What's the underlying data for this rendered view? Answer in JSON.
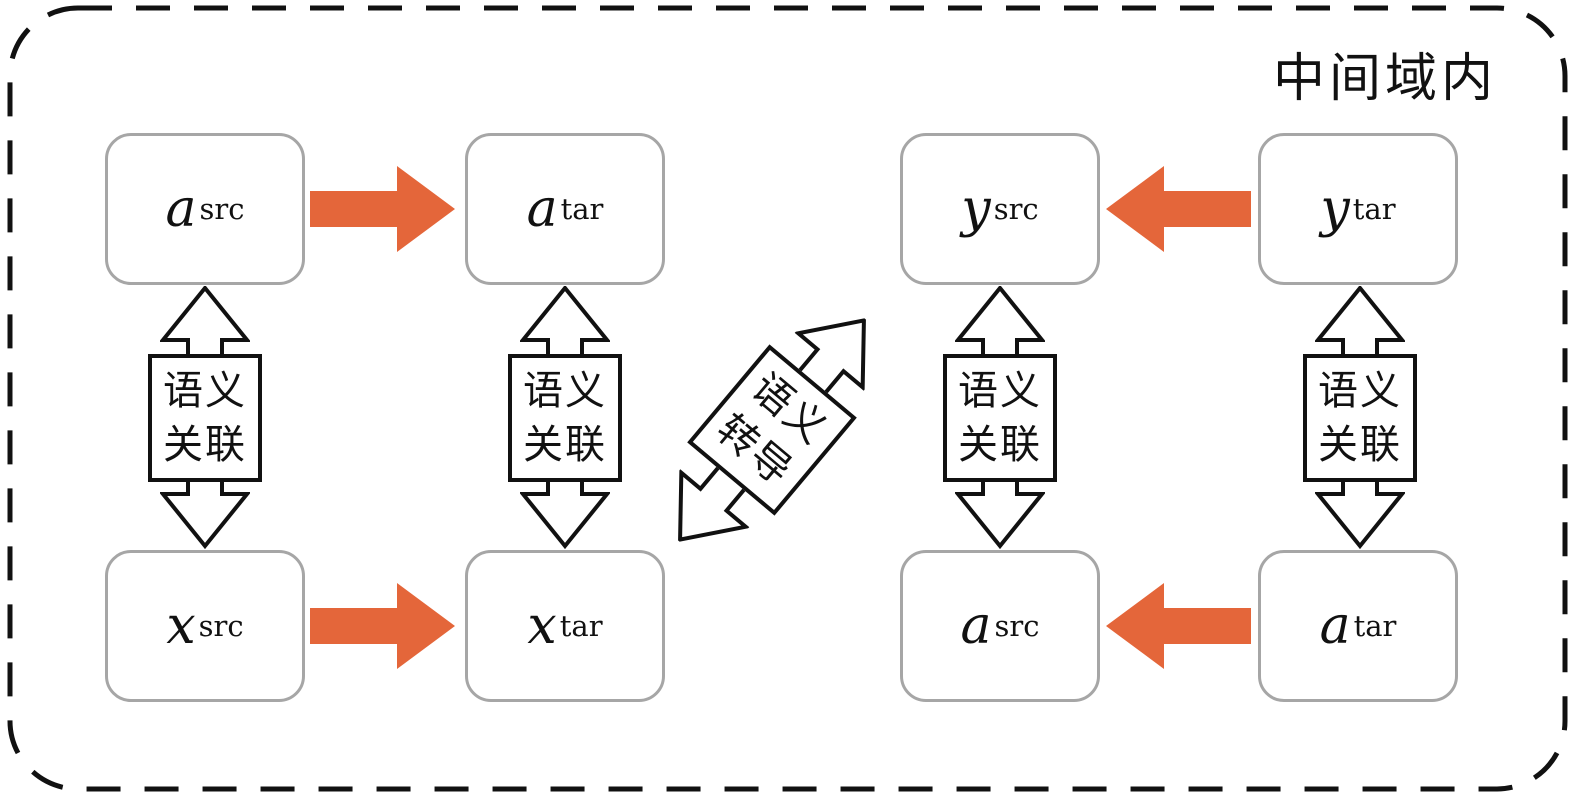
{
  "title": "中间域内",
  "colors": {
    "arrow_orange": "#e4663a",
    "outline_black": "#111111",
    "node_border_gray": "#a6a6a6"
  },
  "nodes": {
    "left_top_src": {
      "base": "a",
      "sup": "src"
    },
    "left_top_tar": {
      "base": "a",
      "sup": "tar"
    },
    "right_top_src": {
      "base": "y",
      "sup": "src"
    },
    "right_top_tar": {
      "base": "y",
      "sup": "tar"
    },
    "left_bottom_src": {
      "base": "x",
      "sup": "src"
    },
    "left_bottom_tar": {
      "base": "x",
      "sup": "tar"
    },
    "right_bottom_src": {
      "base": "a",
      "sup": "src"
    },
    "right_bottom_tar": {
      "base": "a",
      "sup": "tar"
    }
  },
  "connector_labels": {
    "association": [
      "语义",
      "关联"
    ],
    "transduction": [
      "语义",
      "转导"
    ]
  }
}
